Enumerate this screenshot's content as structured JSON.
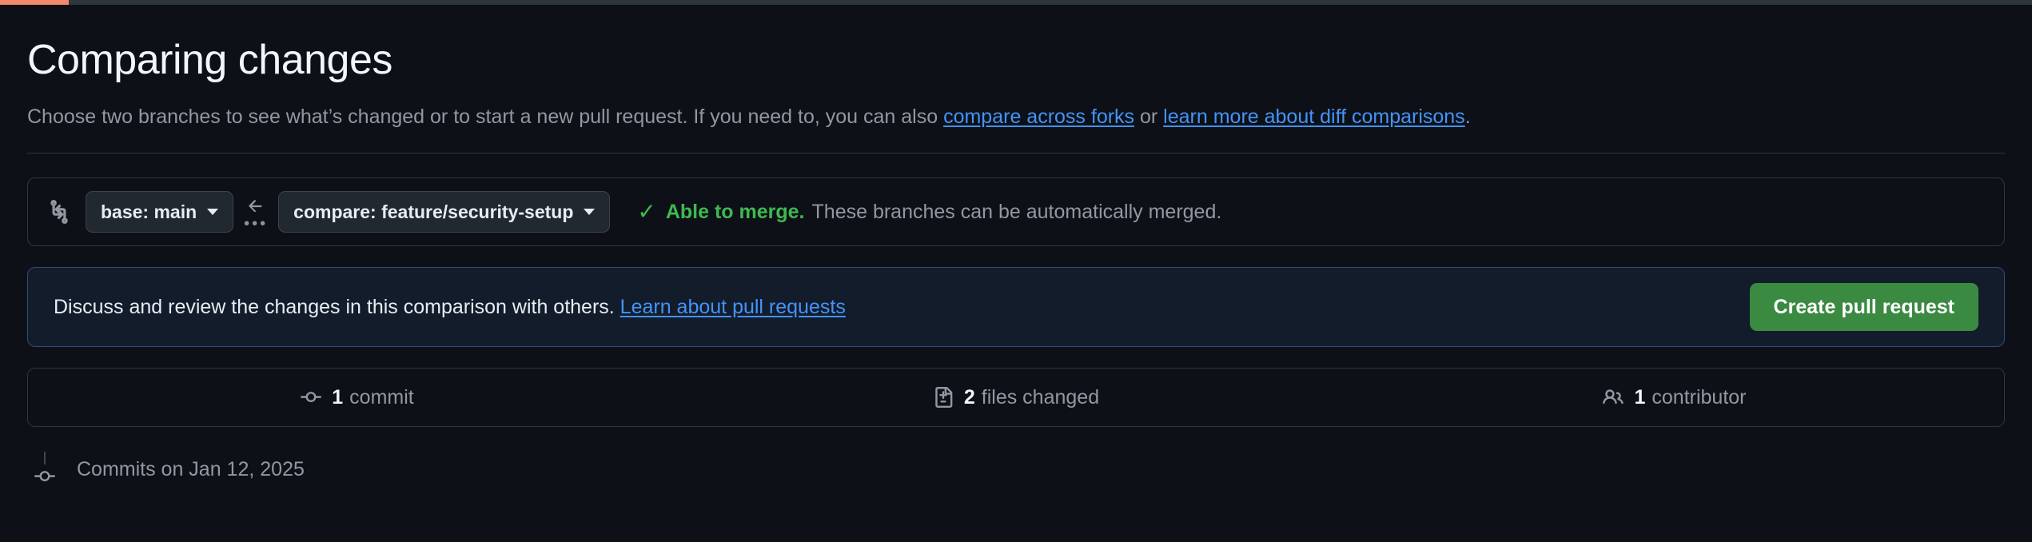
{
  "progress": {
    "percent": 3.4,
    "fill_color": "#f08a6a",
    "track_color": "#30363d"
  },
  "header": {
    "title": "Comparing changes",
    "subtitle_part1": "Choose two branches to see what’s changed or to start a new pull request. If you need to, you can also ",
    "link_forks": "compare across forks",
    "subtitle_or": " or ",
    "link_diff": "learn more about diff comparisons",
    "subtitle_end": "."
  },
  "branch_bar": {
    "compare_icon": "git-compare-icon",
    "base_label": "base: main",
    "arrow_icon": "arrow-left-icon",
    "ellipsis": "•••",
    "compare_label": "compare: feature/security-setup",
    "check_icon": "✓",
    "status_title": "Able to merge.",
    "status_detail": "These branches can be automatically merged.",
    "status_color": "#3fb950"
  },
  "pr_banner": {
    "text": "Discuss and review the changes in this comparison with others. ",
    "link_label": "Learn about pull requests",
    "button_label": "Create pull request",
    "button_color": "#3a8a41",
    "border_color": "#2f4b7f"
  },
  "stats": [
    {
      "icon": "git-commit-icon",
      "count": "1",
      "label": "commit"
    },
    {
      "icon": "file-diff-icon",
      "count": "2",
      "label": "files changed"
    },
    {
      "icon": "people-icon",
      "count": "1",
      "label": "contributor"
    }
  ],
  "commits_section": {
    "icon": "git-commit-icon",
    "date_label": "Commits on Jan 12, 2025"
  }
}
